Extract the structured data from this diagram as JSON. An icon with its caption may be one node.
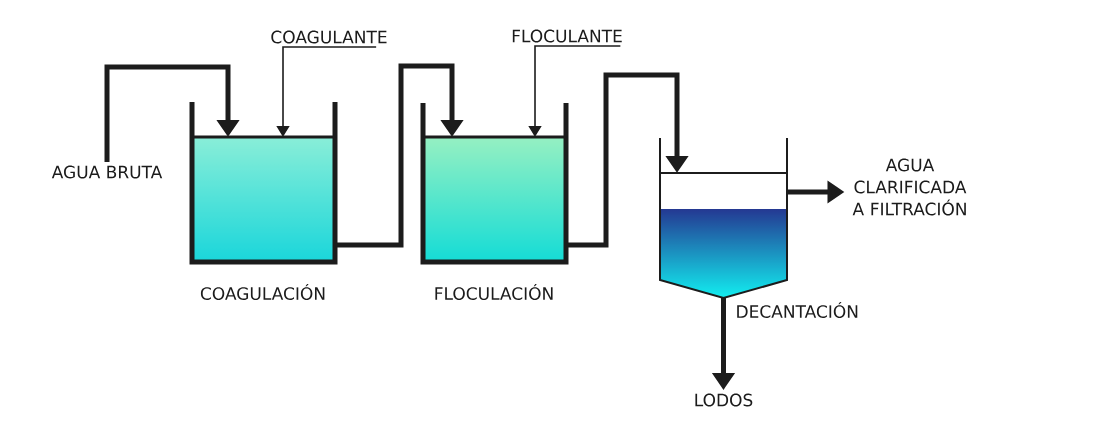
{
  "diagram": {
    "nodes": [
      {
        "text": [
          "AGUA BRUTA"
        ]
      },
      {
        "text": [
          "COAGULANTE"
        ]
      },
      {
        "text": [
          "COAGULACIÓN"
        ]
      },
      {
        "text": [
          "FLOCULANTE"
        ]
      },
      {
        "text": [
          "FLOCULACIÓN"
        ]
      },
      {
        "text": [
          "DECANTACIÓN"
        ]
      },
      {
        "text": [
          "AGUA CLARIFICADA A FILTRACIÓN"
        ]
      },
      {
        "text": [
          "LODOS"
        ]
      }
    ],
    "edges": [
      {
        "from": 0,
        "to": 2,
        "arrow": "to"
      },
      {
        "from": 1,
        "to": 2,
        "arrow": "to"
      },
      {
        "from": 2,
        "to": 4,
        "arrow": "to"
      },
      {
        "from": 3,
        "to": 4,
        "arrow": "to"
      },
      {
        "from": 4,
        "to": 5,
        "arrow": "to"
      },
      {
        "from": 5,
        "to": 6,
        "arrow": "to"
      },
      {
        "from": 5,
        "to": 7,
        "arrow": "to"
      }
    ]
  }
}
